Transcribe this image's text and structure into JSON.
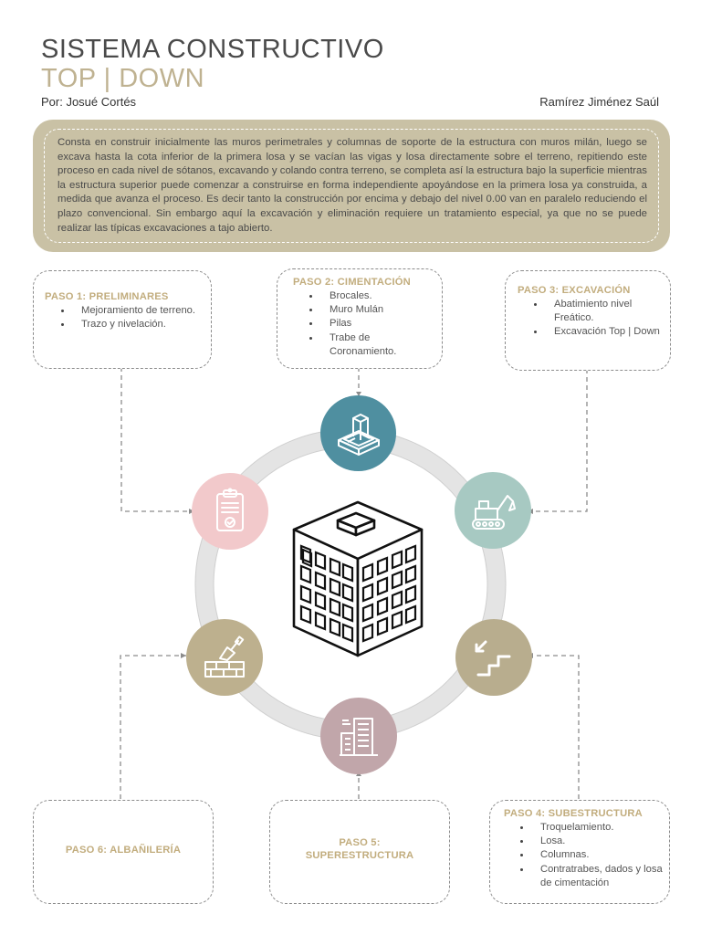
{
  "header": {
    "title_line1": "SISTEMA CONSTRUCTIVO",
    "title_line2": "TOP | DOWN",
    "byline": "Por: Josué Cortés",
    "author2": "Ramírez Jiménez Saúl"
  },
  "intro": {
    "text": "Consta en construir inicialmente las muros perimetrales y columnas de soporte de la estructura con muros milán, luego se excava hasta la cota inferior de la primera losa y se vacían las vigas y losa directamente sobre el terreno, repitiendo este proceso en cada nivel de sótanos, excavando y colando contra terreno, se completa así la estructura bajo la superficie mientras la estructura superior puede comenzar a construirse en forma independiente apoyándose en la primera losa ya construida, a medida que avanza el proceso. Es decir tanto la construcción por encima y debajo del nivel 0.00 van en paralelo reduciendo el plazo convencional. Sin embargo aquí la excavación y eliminación requiere un tratamiento especial, ya que no se puede realizar las típicas excavaciones a tajo abierto."
  },
  "steps": {
    "step1": {
      "title": "PASO 1: PRELIMINARES",
      "items": [
        "Mejoramiento de terreno.",
        "Trazo y nivelación."
      ]
    },
    "step2": {
      "title": "PASO 2: CIMENTACIÓN",
      "items": [
        "Brocales.",
        "Muro Mulán",
        "Pilas",
        "Trabe de Coronamiento."
      ]
    },
    "step3": {
      "title": "PASO 3: EXCAVACIÓN",
      "items": [
        "Abatimiento nivel Freático.",
        "Excavación Top | Down"
      ]
    },
    "step4": {
      "title": "PASO 4: SUBESTRUCTURA",
      "items": [
        "Troquelamiento.",
        "Losa.",
        "Columnas.",
        "Contratrabes, dados y losa de cimentación"
      ]
    },
    "step5": {
      "title_line1": "PASO 5:",
      "title_line2": "SUPERESTRUCTURA"
    },
    "step6": {
      "title": "PASO 6: ALBAÑILERÍA"
    }
  },
  "colors": {
    "accent_gold": "#c2ad7e",
    "intro_bg": "#c9c1a5",
    "teal": "#4f8fa0",
    "mint": "#a7c9c2",
    "pink": "#f2c9cb",
    "khaki": "#bfb291",
    "mauve": "#c1a6aa",
    "ring": "#e6e6e6"
  },
  "icons": [
    "foundation-icon",
    "excavator-icon",
    "checklist-icon",
    "stairs-down-icon",
    "city-building-icon",
    "brick-trowel-icon",
    "building-icon"
  ]
}
